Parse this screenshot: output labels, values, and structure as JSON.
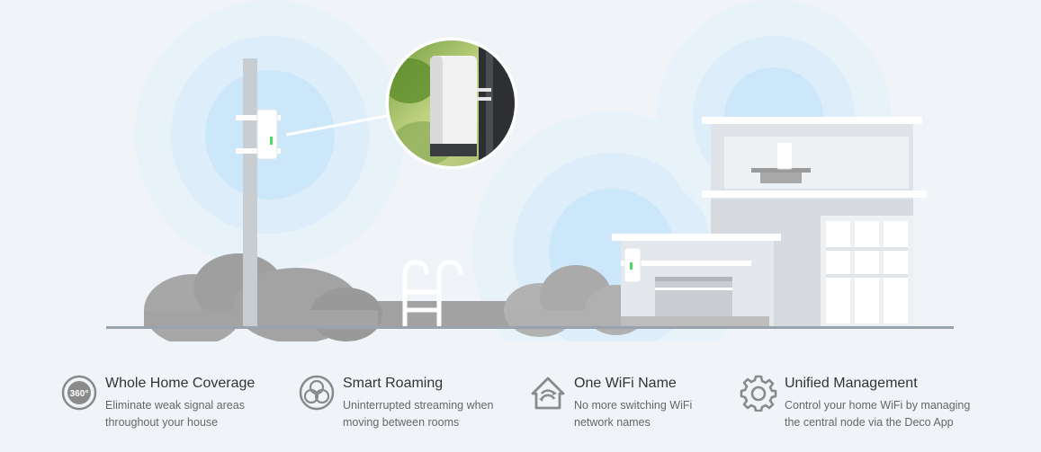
{
  "features": [
    {
      "icon": "360-coverage-icon",
      "title": "Whole Home Coverage",
      "desc_line1": "Eliminate weak signal areas",
      "desc_line2": "throughout your house"
    },
    {
      "icon": "roaming-circles-icon",
      "title": "Smart Roaming",
      "desc_line1": "Uninterrupted streaming when",
      "desc_line2": "moving between rooms"
    },
    {
      "icon": "wifi-home-icon",
      "title": "One WiFi Name",
      "desc_line1": "No more switching WiFi",
      "desc_line2": "network names"
    },
    {
      "icon": "gear-icon",
      "title": "Unified Management",
      "desc_line1": "Control your home WiFi by managing",
      "desc_line2": "the central node via the Deco App"
    }
  ],
  "colors": {
    "background": "#f0f4f8",
    "signal": "#cfe8f8",
    "cloud": "#a6a6a6",
    "ground": "#9aa3ad",
    "text_title": "#333333",
    "text_desc": "#666666",
    "icon": "#8a8a8a",
    "led_green": "#4cd964"
  }
}
